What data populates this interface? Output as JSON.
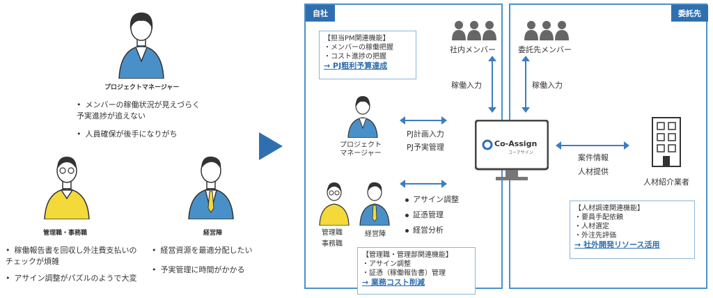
{
  "left": {
    "pm_label": "プロジェクトマネージャー",
    "pm_issues": [
      "メンバーの稼働状況が見えづらく\n予実進捗が追えない",
      "人員確保が後手になりがち"
    ],
    "admin_label": "管理職・事務職",
    "admin_issues": [
      "稼働報告書を回収し外注費支払いの\nチェックが煩雑",
      "アサイン調整がパズルのようで大変"
    ],
    "exec_label": "経営陣",
    "exec_issues": [
      "経営資源を最適分配したい",
      "予実管理に時間がかかる"
    ]
  },
  "right": {
    "self_tag": "自社",
    "vendor_tag": "委託先",
    "pm_callout": {
      "title": "【担当PM関連機能】",
      "items": [
        "メンバーの稼働把握",
        "コスト進捗の把握"
      ],
      "link": "→ PJ粗利予算達成"
    },
    "internal_members": "社内メンバー",
    "vendor_members": "委託先メンバー",
    "work_input_left": "稼働入力",
    "work_input_right": "稼働入力",
    "pm_figure_label": "プロジェクト\nマネージャー",
    "pj_plan": "PJ計画入力",
    "pj_actual": "PJ予実管理",
    "app_name": "Co-Assign",
    "app_sub": "コーアサイン",
    "deal_info": "案件情報",
    "talent": "人材提供",
    "agency": "人材紹介業者",
    "admin_features": [
      "アサイン調整",
      "証憑管理",
      "経営分析"
    ],
    "admin_fig_label": "管理職\n事務職",
    "exec_fig_label": "経営陣",
    "admin_callout": {
      "title": "【管理職・管理部関連機能】",
      "items": [
        "アサイン調整",
        "証憑（稼働報告書）管理"
      ],
      "link": "→ 業務コスト削減"
    },
    "vendor_callout": {
      "title": "【人材調達関連機能】",
      "items": [
        "要員手配依頼",
        "人材選定",
        "外注先評価"
      ],
      "link": "→ 社外開発リソース活用"
    }
  },
  "colors": {
    "accent": "#2f6fb0",
    "suit": "#4a90c8",
    "yellow": "#f3d93a"
  }
}
